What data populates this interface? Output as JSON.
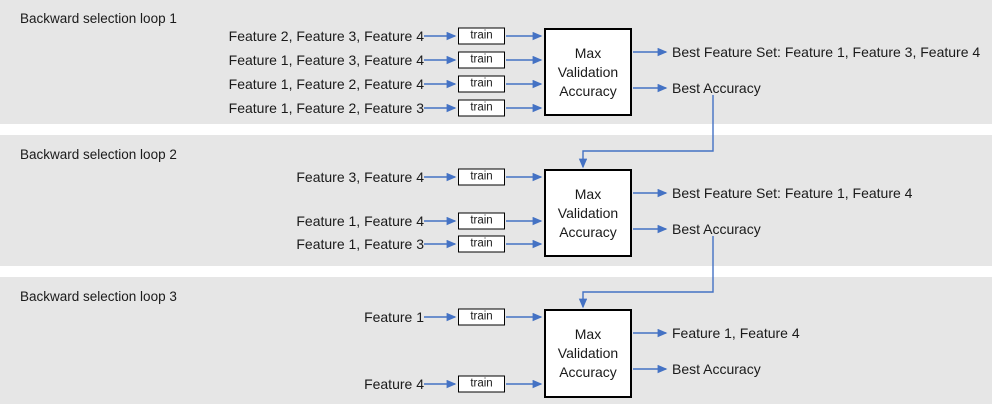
{
  "diagram": {
    "title_prefix": "Backward selection loop",
    "accent_color": "#4472c4",
    "band_color": "#e6e6e6",
    "box_border_color": "#000000",
    "train_label": "train",
    "mva_lines": [
      "Max",
      "Validation",
      "Accuracy"
    ]
  },
  "loops": [
    {
      "title": "Backward selection loop 1",
      "rows": [
        {
          "label": "Feature 2, Feature 3, Feature 4",
          "train": "train"
        },
        {
          "label": "Feature 1, Feature 3, Feature 4",
          "train": "train"
        },
        {
          "label": "Feature 1, Feature 2, Feature 4",
          "train": "train"
        },
        {
          "label": "Feature 1, Feature 2, Feature 3",
          "train": "train"
        }
      ],
      "box": {
        "l1": "Max",
        "l2": "Validation",
        "l3": "Accuracy"
      },
      "outputs": [
        "Best Feature Set: Feature 1, Feature 3, Feature 4",
        "Best Accuracy"
      ]
    },
    {
      "title": "Backward selection loop 2",
      "rows": [
        {
          "label": "Feature 3, Feature 4",
          "train": "train"
        },
        {
          "label": "Feature 1, Feature 4",
          "train": "train"
        },
        {
          "label": "Feature 1, Feature 3",
          "train": "train"
        }
      ],
      "box": {
        "l1": "Max",
        "l2": "Validation",
        "l3": "Accuracy"
      },
      "outputs": [
        "Best Feature Set: Feature 1, Feature 4",
        "Best Accuracy"
      ]
    },
    {
      "title": "Backward selection loop 3",
      "rows": [
        {
          "label": "Feature 1",
          "train": "train"
        },
        {
          "label": "Feature 4",
          "train": "train"
        }
      ],
      "box": {
        "l1": "Max",
        "l2": "Validation",
        "l3": "Accuracy"
      },
      "outputs": [
        "Feature 1, Feature 4",
        "Best Accuracy"
      ]
    }
  ]
}
